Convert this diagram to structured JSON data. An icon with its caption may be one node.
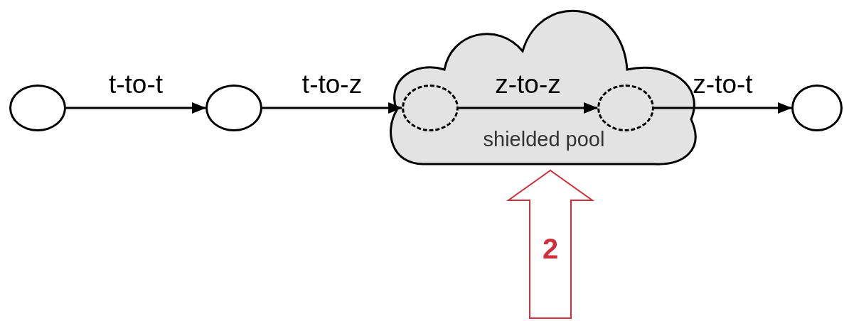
{
  "diagram": {
    "nodes": [
      {
        "text": [],
        "shape": "circle"
      },
      {
        "text": [],
        "shape": "circle"
      },
      {
        "text": [
          "shielded pool"
        ]
      },
      {
        "text": [],
        "shape": "circle",
        "in": 2
      },
      {
        "text": [],
        "shape": "circle",
        "in": 2
      },
      {
        "text": [],
        "shape": "circle"
      }
    ],
    "edges": [
      {
        "from": 0,
        "to": 1,
        "arrow": "to",
        "label": "t-to-t"
      },
      {
        "from": 1,
        "to": 3,
        "arrow": "to",
        "label": "t-to-z"
      },
      {
        "from": 3,
        "to": 4,
        "arrow": "to",
        "label": "z-to-z"
      },
      {
        "from": 4,
        "to": 5,
        "arrow": "to",
        "label": "z-to-t"
      },
      {
        "from": null,
        "to": 2,
        "arrow": "to",
        "label": "2",
        "color": "#d0303c"
      }
    ]
  }
}
